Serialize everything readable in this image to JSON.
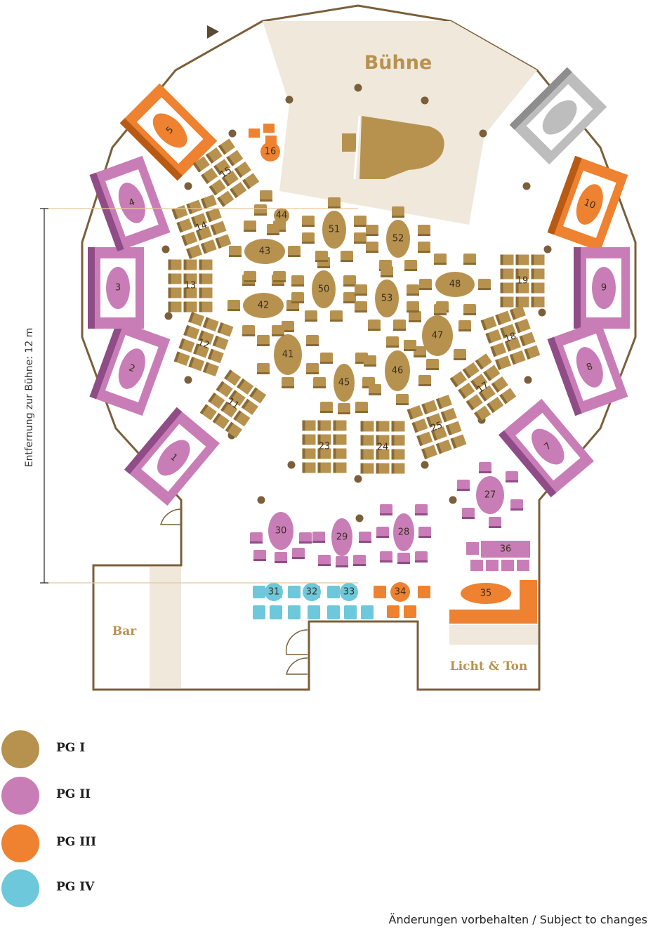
{
  "stage_label": "Bühne",
  "bar_label": "Bar",
  "tech_label": "Licht & Ton",
  "distance_label": "Entfernung zur Bühne: 12 m",
  "footnote": "Änderungen vorbehalten / Subject to changes",
  "colors": {
    "pg1": "#B7924F",
    "pg2": "#C97DB7",
    "pg3": "#EE8230",
    "pg4": "#6CC8DA",
    "grey": "#BDBDBD",
    "wall": "#7B5F3A",
    "stage": "#EFE8DB"
  },
  "legend": [
    {
      "label": "PG I",
      "color": "#B7924F"
    },
    {
      "label": "PG II",
      "color": "#C97DB7"
    },
    {
      "label": "PG III",
      "color": "#EE8230"
    },
    {
      "label": "PG IV",
      "color": "#6CC8DA"
    }
  ],
  "boxes": [
    {
      "no": "1",
      "pg": "II"
    },
    {
      "no": "2",
      "pg": "II"
    },
    {
      "no": "3",
      "pg": "II"
    },
    {
      "no": "4",
      "pg": "II"
    },
    {
      "no": "5",
      "pg": "III"
    },
    {
      "no": "",
      "pg": "grey"
    },
    {
      "no": "10",
      "pg": "III"
    },
    {
      "no": "9",
      "pg": "II"
    },
    {
      "no": "8",
      "pg": "II"
    },
    {
      "no": "7",
      "pg": "II"
    }
  ],
  "blocks": [
    {
      "no": "11",
      "pg": "I"
    },
    {
      "no": "12",
      "pg": "I"
    },
    {
      "no": "13",
      "pg": "I"
    },
    {
      "no": "14",
      "pg": "I"
    },
    {
      "no": "15",
      "pg": "I"
    },
    {
      "no": "16",
      "pg": "III"
    },
    {
      "no": "17",
      "pg": "I"
    },
    {
      "no": "18",
      "pg": "I"
    },
    {
      "no": "19",
      "pg": "I"
    },
    {
      "no": "23",
      "pg": "I"
    },
    {
      "no": "24",
      "pg": "I"
    },
    {
      "no": "25",
      "pg": "I"
    }
  ],
  "tables": [
    {
      "no": "41",
      "pg": "I"
    },
    {
      "no": "42",
      "pg": "I"
    },
    {
      "no": "43",
      "pg": "I"
    },
    {
      "no": "44",
      "pg": "I"
    },
    {
      "no": "45",
      "pg": "I"
    },
    {
      "no": "46",
      "pg": "I"
    },
    {
      "no": "47",
      "pg": "I"
    },
    {
      "no": "48",
      "pg": "I"
    },
    {
      "no": "50",
      "pg": "I"
    },
    {
      "no": "51",
      "pg": "I"
    },
    {
      "no": "52",
      "pg": "I"
    },
    {
      "no": "53",
      "pg": "I"
    },
    {
      "no": "27",
      "pg": "II"
    },
    {
      "no": "28",
      "pg": "II"
    },
    {
      "no": "29",
      "pg": "II"
    },
    {
      "no": "30",
      "pg": "II"
    },
    {
      "no": "36",
      "pg": "II"
    },
    {
      "no": "31",
      "pg": "IV"
    },
    {
      "no": "32",
      "pg": "IV"
    },
    {
      "no": "33",
      "pg": "IV"
    },
    {
      "no": "34",
      "pg": "III"
    },
    {
      "no": "35",
      "pg": "III"
    }
  ]
}
